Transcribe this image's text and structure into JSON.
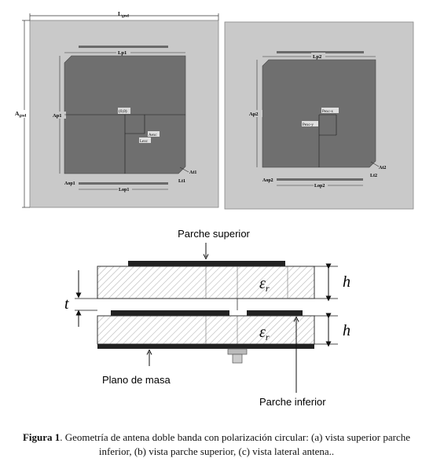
{
  "top": {
    "left_labels": {
      "width_total": "L",
      "width_total_sub": "gnd",
      "height_total": "A",
      "height_total_sub": "gnd",
      "lp": "Lp1",
      "ap": "Ap1",
      "origin": "(0,0)",
      "aexc": "Aexc",
      "lexc": "Lexc",
      "at": "At1",
      "lt": "Lt1",
      "aop": "Aop1",
      "lop": "Lop1"
    },
    "right_labels": {
      "lp": "Lp2",
      "ap": "Ap2",
      "pexc_x": "Pexc-x",
      "pexc_y": "Pexc-y",
      "at": "At2",
      "lt": "Lt2",
      "aop": "Aop2",
      "lop": "Lop2"
    },
    "colors": {
      "ground": "#c9c9c9",
      "patch": "#6f6f6f",
      "line": "#1a1a1a"
    }
  },
  "side": {
    "top_label": "Parche superior",
    "ground_label": "Plano de masa",
    "lower_patch_label": "Parche inferior",
    "eps_symbol": "ε",
    "eps_sub": "r",
    "h_label": "h",
    "t_label": "t"
  },
  "caption": {
    "figure_label": "Figura 1",
    "text": ". Geometría de antena doble banda con polarización circular: (a) vista superior parche inferior, (b) vista parche superior, (c) vista lateral antena.."
  }
}
